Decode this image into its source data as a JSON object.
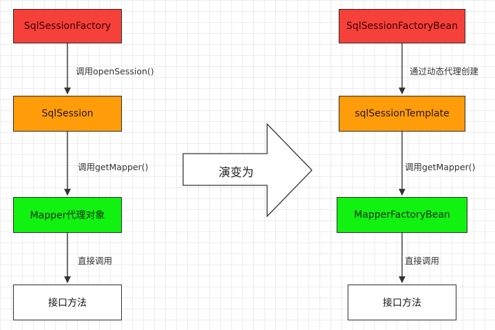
{
  "left": {
    "box1": "SqlSessionFactory",
    "edge1": "调用openSession()",
    "box2": "SqlSession",
    "edge2": "调用getMapper()",
    "box3": "Mapper代理对象",
    "edge3": "直接调用",
    "box4": "接口方法"
  },
  "right": {
    "box1": "SqlSessionFactoryBean",
    "edge1": "通过动态代理创建",
    "box2": "sqlSessionTemplate",
    "edge2": "调用getMapper()",
    "box3": "MapperFactoryBean",
    "edge3": "直接调用",
    "box4": "接口方法"
  },
  "middle_arrow_label": "演变为",
  "colors": {
    "red": "#f6403a",
    "orange": "#ff9c0a",
    "green": "#11f211",
    "white": "#ffffff"
  }
}
